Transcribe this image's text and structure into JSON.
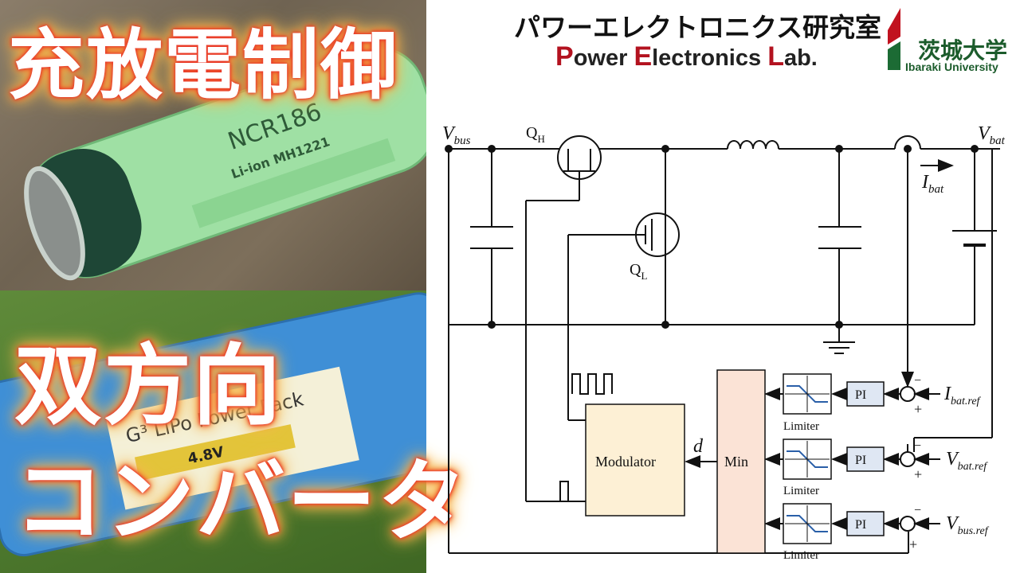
{
  "title_lines": {
    "line1": "充放電制御",
    "line2": "双方向",
    "line3": "コンバータ"
  },
  "lab": {
    "name_jp": "パワーエレクトロニクス研究室",
    "name_en_parts": [
      "P",
      "ower ",
      "E",
      "lectronics ",
      "L",
      "ab."
    ]
  },
  "university": {
    "name_jp": "茨城大学",
    "name_en": "Ibaraki University"
  },
  "photos": {
    "battery_top_text": "NCR186",
    "battery_sub_text": "Li-ion  MH1221",
    "pack_text": "G³ LiPo Power Pack",
    "pack_voltage": "4.8V"
  },
  "circuit": {
    "v_bus_main": "V",
    "v_bus_sub": "bus",
    "v_bat_main": "V",
    "v_bat_sub": "bat",
    "i_bat_main": "I",
    "i_bat_sub": "bat",
    "q_h_main": "Q",
    "q_h_sub": "H",
    "q_l_main": "Q",
    "q_l_sub": "L",
    "d_label": "d",
    "modulator": "Modulator",
    "min_block": "Min",
    "pi_label": "PI",
    "limiter_label": "Limiter",
    "minus": "−",
    "plus": "+",
    "refs": [
      {
        "main": "I",
        "sub": "bat.ref"
      },
      {
        "main": "V",
        "sub": "bat.ref"
      },
      {
        "main": "V",
        "sub": "bus.ref"
      }
    ]
  },
  "colors": {
    "glow": "#e9352a",
    "block_fill": "#fdf0d5",
    "pi_fill": "#dfe7f3",
    "lab_red": "#b3121f",
    "uni_green": "#1c5c2c"
  }
}
